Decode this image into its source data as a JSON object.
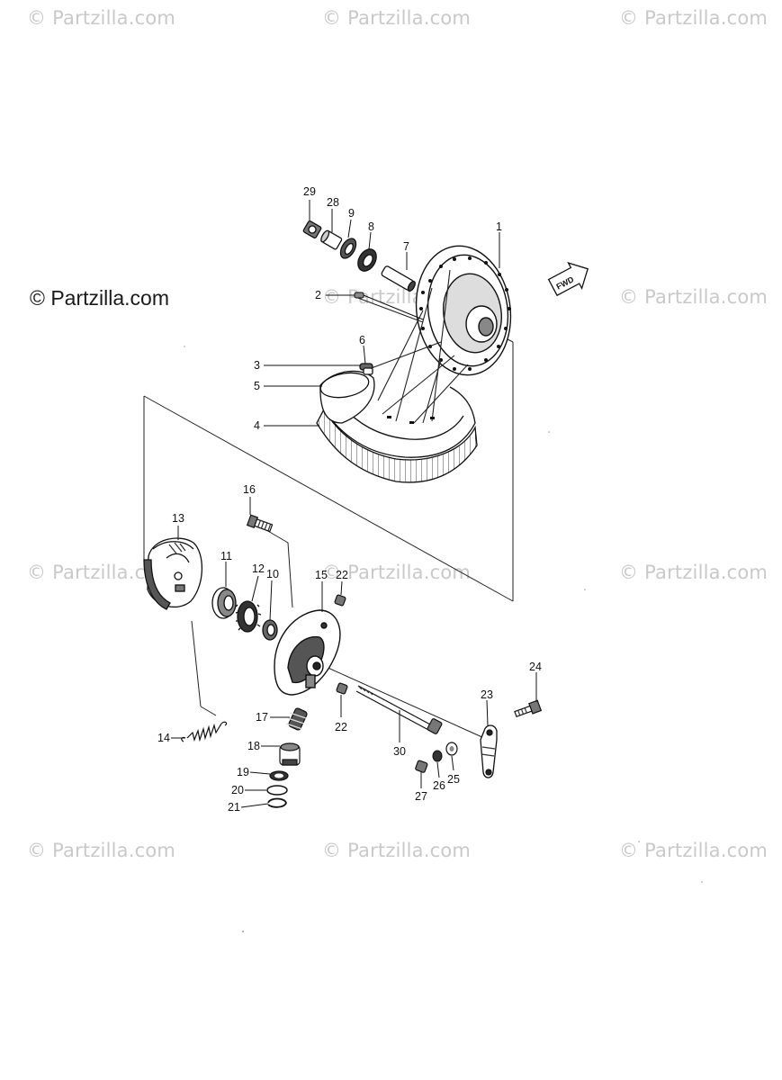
{
  "watermark": {
    "main": "© Partzilla.com",
    "faded": "© Partzilla.com"
  },
  "orientation_marker": "FWD",
  "parts": [
    {
      "id": "p1",
      "label": "1"
    },
    {
      "id": "p2",
      "label": "2"
    },
    {
      "id": "p3",
      "label": "3"
    },
    {
      "id": "p4",
      "label": "4"
    },
    {
      "id": "p5",
      "label": "5"
    },
    {
      "id": "p6",
      "label": "6"
    },
    {
      "id": "p7",
      "label": "7"
    },
    {
      "id": "p8",
      "label": "8"
    },
    {
      "id": "p9",
      "label": "9"
    },
    {
      "id": "p10",
      "label": "10"
    },
    {
      "id": "p11",
      "label": "11"
    },
    {
      "id": "p12",
      "label": "12"
    },
    {
      "id": "p13",
      "label": "13"
    },
    {
      "id": "p14",
      "label": "14"
    },
    {
      "id": "p15",
      "label": "15"
    },
    {
      "id": "p16",
      "label": "16"
    },
    {
      "id": "p17",
      "label": "17"
    },
    {
      "id": "p18",
      "label": "18"
    },
    {
      "id": "p19",
      "label": "19"
    },
    {
      "id": "p20",
      "label": "20"
    },
    {
      "id": "p21",
      "label": "21"
    },
    {
      "id": "p22a",
      "label": "22"
    },
    {
      "id": "p22b",
      "label": "22"
    },
    {
      "id": "p23",
      "label": "23"
    },
    {
      "id": "p24",
      "label": "24"
    },
    {
      "id": "p25",
      "label": "25"
    },
    {
      "id": "p26",
      "label": "26"
    },
    {
      "id": "p27",
      "label": "27"
    },
    {
      "id": "p28",
      "label": "28"
    },
    {
      "id": "p29",
      "label": "29"
    },
    {
      "id": "p30",
      "label": "30"
    }
  ]
}
